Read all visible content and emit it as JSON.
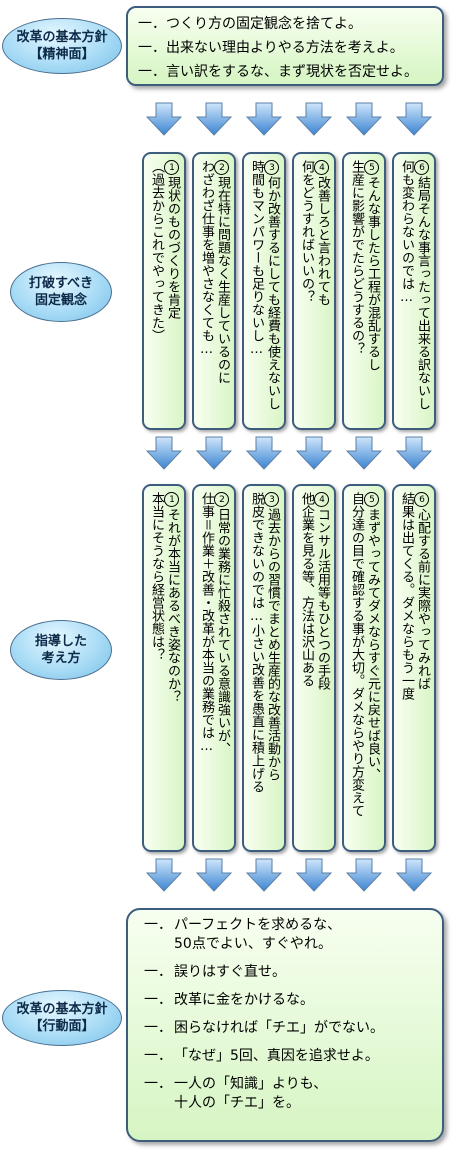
{
  "sections": [
    {
      "label_lines": [
        "改革の基本方針",
        "【精神面】"
      ]
    },
    {
      "label_lines": [
        "打破すべき",
        "固定観念"
      ]
    },
    {
      "label_lines": [
        "指導した",
        "考え方"
      ]
    },
    {
      "label_lines": [
        "改革の基本方針",
        "【行動面】"
      ]
    }
  ],
  "spirit_items": [
    "一．つくり方の固定観念を捨てよ。",
    "一．出来ない理由よりやる方法を考えよ。",
    "一．言い訳をするな、まず現状を否定せよ。"
  ],
  "fixed_ideas": [
    {
      "num": "1",
      "line1": "現状のものづくりを肯定",
      "line2": "（過去からこれでやってきた）"
    },
    {
      "num": "2",
      "line1": "現在特に問題なく生産しているのに",
      "line2": "わざわざ仕事を増やさなくても…"
    },
    {
      "num": "3",
      "line1": "何か改善するにしても経費も使えないし",
      "line2": "時間もマンパワーも足りないし…"
    },
    {
      "num": "4",
      "line1": "改善しろと言われても",
      "line2": "何をどうすればいいの？"
    },
    {
      "num": "5",
      "line1": "そんな事したら工程が混乱するし",
      "line2": "生産に影響がでたらどうするの？"
    },
    {
      "num": "6",
      "line1": "結局そんな事言ったって出来る訳ないし",
      "line2": "何も変わらないのでは…"
    }
  ],
  "guidance": [
    {
      "num": "1",
      "line1": "それが本当にあるべき姿なのか？",
      "line2": "本当にそうなら経営状態は？"
    },
    {
      "num": "2",
      "line1": "日常の業務に忙殺されている意識強いが、",
      "line2": "仕事＝作業＋改善・改革が本当の業務では…"
    },
    {
      "num": "3",
      "line1": "過去からの習慣でまとめ生産的な改善活動から",
      "line2": "脱皮できないのでは…小さい改善を愚直に積上げる"
    },
    {
      "num": "4",
      "line1": "コンサル活用等もひとつの手段",
      "line2": "他企業を見る等、方法は沢山ある"
    },
    {
      "num": "5",
      "line1": "まずやってみてダメならすぐ元に戻せば良い、",
      "line2": "自分達の目で確認する事が大切。ダメならやり方変えて"
    },
    {
      "num": "6",
      "line1": "心配する前に実際やってみれば",
      "line2": "結果は出てくる。ダメならもう一度"
    }
  ],
  "action_items": [
    {
      "dash": "一．",
      "text": "パーフェクトを求めるな、\n50点でよい、すぐやれ。"
    },
    {
      "dash": "一．",
      "text": "誤りはすぐ直せ。"
    },
    {
      "dash": "一．",
      "text": "改革に金をかけるな。"
    },
    {
      "dash": "一．",
      "text": "困らなければ「チエ」がでない。"
    },
    {
      "dash": "一．",
      "text": "「なぜ」5回、真因を追求せよ。"
    },
    {
      "dash": "一．",
      "text": "一人の「知識」よりも、\n十人の「チエ」を。"
    }
  ],
  "colors": {
    "panel_border": "#3d5d7e",
    "panel_fill": "#d9f5c5",
    "oval_fill": "#a9dcf6",
    "arrow_fill": "#4a8fd6"
  },
  "icons": {
    "arrow": "down-arrow-icon"
  }
}
